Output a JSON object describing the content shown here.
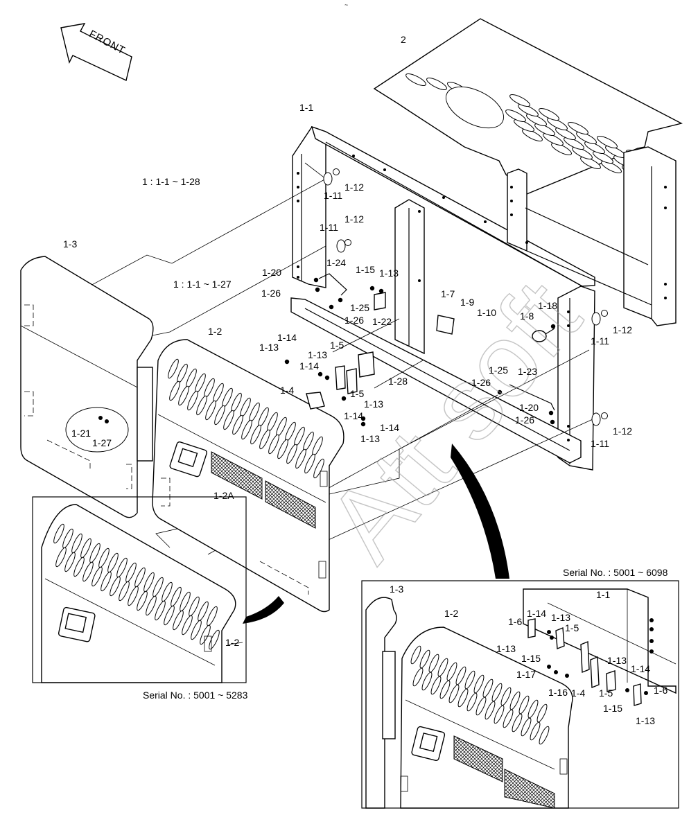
{
  "header_mark": "~",
  "front_arrow": {
    "label": "FRONT"
  },
  "notes": {
    "group_a": "1 : 1-1 ~ 1-28",
    "group_b": "1 : 1-1 ~ 1-27"
  },
  "insets": {
    "left_serial": "Serial No. : 5001 ~ 5283",
    "right_serial": "Serial No. : 5001 ~ 6098"
  },
  "watermark": "Att soft",
  "labels": {
    "p2": "2",
    "p1_1": "1-1",
    "p1_2": "1-2",
    "p1_2A": "1-2A",
    "p1_3": "1-3",
    "p1_4": "1-4",
    "p1_5a": "1-5",
    "p1_5b": "1-5",
    "p1_7": "1-7",
    "p1_8": "1-8",
    "p1_9": "1-9",
    "p1_10": "1-10",
    "p1_11a": "1-11",
    "p1_11b": "1-11",
    "p1_11c": "1-11",
    "p1_11d": "1-11",
    "p1_12a": "1-12",
    "p1_12b": "1-12",
    "p1_12c": "1-12",
    "p1_12d": "1-12",
    "p1_13a": "1-13",
    "p1_13b": "1-13",
    "p1_13c": "1-13",
    "p1_13d": "1-13",
    "p1_13e": "1-13",
    "p1_14a": "1-14",
    "p1_14b": "1-14",
    "p1_14c": "1-14",
    "p1_14d": "1-14",
    "p1_15": "1-15",
    "p1_18": "1-18",
    "p1_20a": "1-20",
    "p1_20b": "1-20",
    "p1_21": "1-21",
    "p1_22": "1-22",
    "p1_23": "1-23",
    "p1_24": "1-24",
    "p1_25a": "1-25",
    "p1_25b": "1-25",
    "p1_26a": "1-26",
    "p1_26b": "1-26",
    "p1_26c": "1-26",
    "p1_26d": "1-26",
    "p1_27": "1-27",
    "p1_28": "1-28",
    "li_1_2": "1-2",
    "ri_1_1": "1-1",
    "ri_1_2": "1-2",
    "ri_1_3": "1-3",
    "ri_1_4": "1-4",
    "ri_1_5a": "1-5",
    "ri_1_5b": "1-5",
    "ri_1_6a": "1-6",
    "ri_1_6b": "1-6",
    "ri_1_13a": "1-13",
    "ri_1_13b": "1-13",
    "ri_1_13c": "1-13",
    "ri_1_13d": "1-13",
    "ri_1_14a": "1-14",
    "ri_1_14b": "1-14",
    "ri_1_15a": "1-15",
    "ri_1_15b": "1-15",
    "ri_1_16": "1-16",
    "ri_1_17": "1-17"
  }
}
